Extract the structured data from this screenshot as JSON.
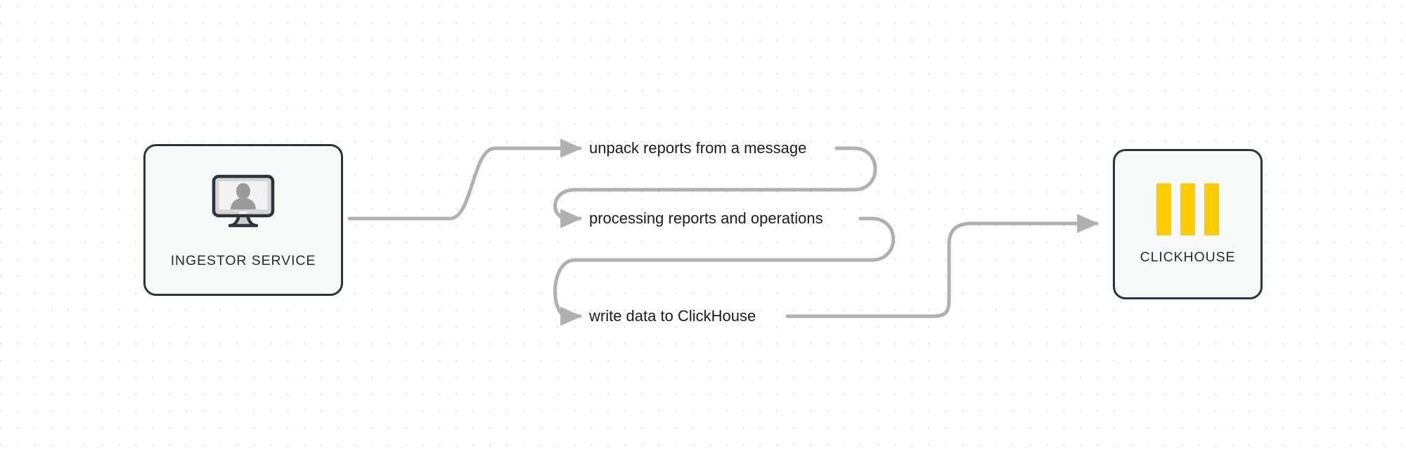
{
  "diagram": {
    "background": "#ffffff",
    "dot_color": "#e6e6e6",
    "edge_color": "#b0b0b0",
    "node_border_color": "#2e3338",
    "node_fill_color": "#f7f8f8",
    "accent_color": "#FFCC00"
  },
  "nodes": [
    {
      "id": "ingestor",
      "label": "INGESTOR SERVICE",
      "icon": "monitor-user-icon"
    },
    {
      "id": "clickhouse",
      "label": "CLICKHOUSE",
      "icon": "clickhouse-logo-icon",
      "bars": 3
    }
  ],
  "edges": [
    {
      "id": "edge-1",
      "label": "unpack reports from a message"
    },
    {
      "id": "edge-2",
      "label": "processing reports and operations"
    },
    {
      "id": "edge-3",
      "label": "write data to ClickHouse"
    }
  ]
}
